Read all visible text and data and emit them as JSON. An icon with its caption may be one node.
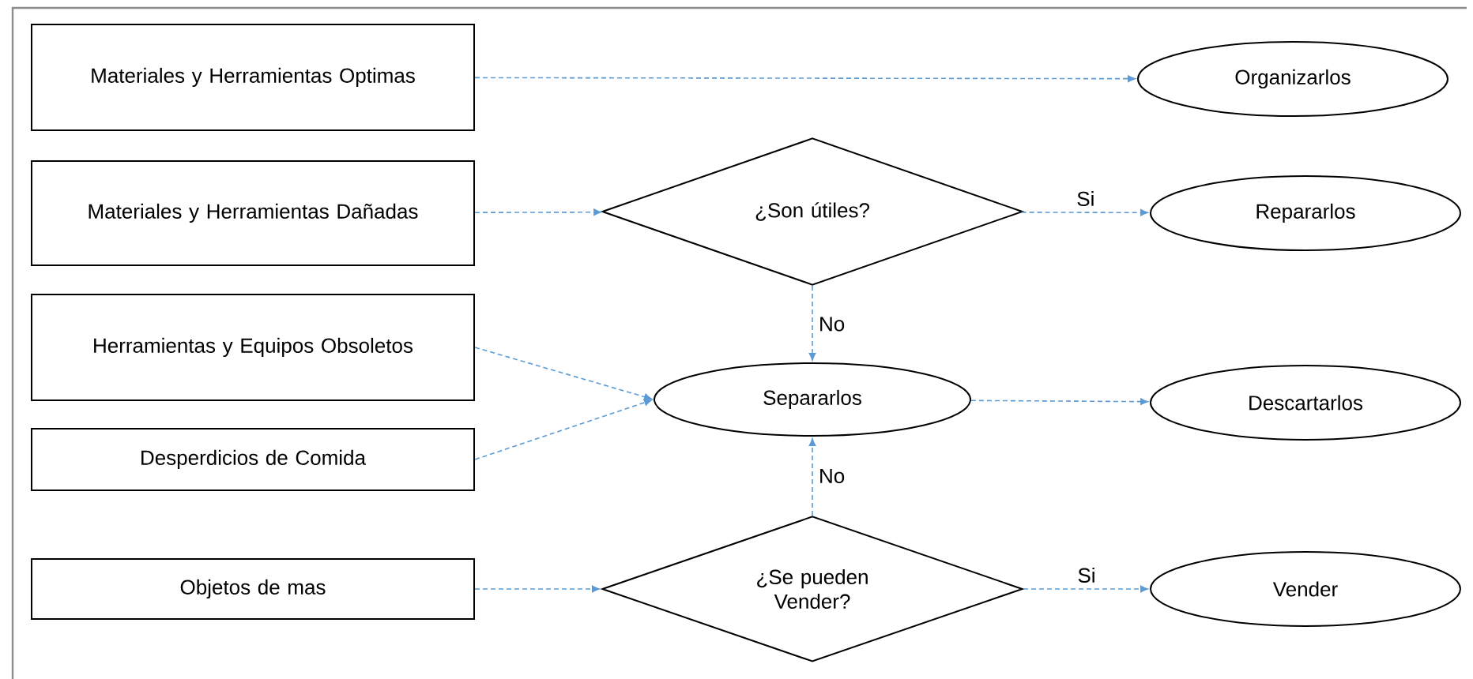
{
  "diagram": {
    "nodes": [
      {
        "text": [
          "Materiales y Herramientas Optimas"
        ]
      },
      {
        "text": [
          "Materiales y Herramientas Dañadas"
        ]
      },
      {
        "text": [
          "Herramientas y Equipos Obsoletos"
        ]
      },
      {
        "text": [
          "Desperdicios de Comida"
        ]
      },
      {
        "text": [
          "Objetos de mas"
        ]
      },
      {
        "text": [
          "Organizarlos"
        ]
      },
      {
        "text": [
          "¿Son útiles?"
        ]
      },
      {
        "text": [
          "Repararlos"
        ]
      },
      {
        "text": [
          "Separarlos"
        ]
      },
      {
        "text": [
          "Descartarlos"
        ]
      },
      {
        "text": [
          "¿Se pueden Vender?"
        ]
      },
      {
        "text": [
          "Vender"
        ]
      }
    ],
    "edges": [
      {
        "from": 0,
        "to": 5,
        "arrow": "to"
      },
      {
        "from": 1,
        "to": 6,
        "arrow": "to"
      },
      {
        "from": 6,
        "to": 7,
        "arrow": "to",
        "label": "Si"
      },
      {
        "from": 6,
        "to": 8,
        "arrow": "to",
        "label": "No"
      },
      {
        "from": 2,
        "to": 8,
        "arrow": "to"
      },
      {
        "from": 3,
        "to": 8,
        "arrow": "to"
      },
      {
        "from": 8,
        "to": 9,
        "arrow": "to"
      },
      {
        "from": 10,
        "to": 8,
        "arrow": "to",
        "label": "No"
      },
      {
        "from": 10,
        "to": 11,
        "arrow": "to",
        "label": "Si"
      },
      {
        "from": 4,
        "to": 10,
        "arrow": "to"
      }
    ]
  }
}
